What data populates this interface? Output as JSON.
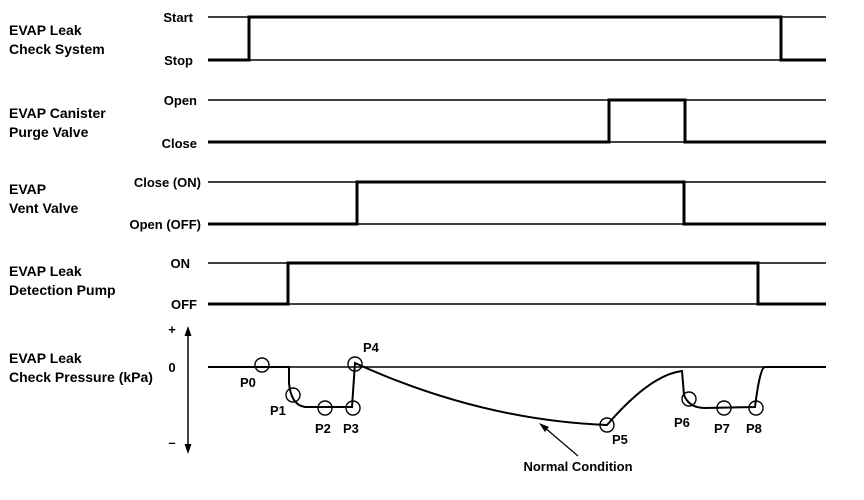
{
  "rows": [
    {
      "label_lines": [
        "EVAP Leak",
        "Check System"
      ],
      "high": "Start",
      "low": "Stop"
    },
    {
      "label_lines": [
        "EVAP Canister",
        "Purge Valve"
      ],
      "high": "Open",
      "low": "Close"
    },
    {
      "label_lines": [
        "EVAP",
        "Vent Valve"
      ],
      "high": "Close (ON)",
      "low": "Open (OFF)"
    },
    {
      "label_lines": [
        "EVAP Leak",
        "Detection Pump"
      ],
      "high": "ON",
      "low": "OFF"
    }
  ],
  "pressure": {
    "label_lines": [
      "EVAP Leak",
      "Check Pressure (kPa)"
    ],
    "plus": "+",
    "zero": "0",
    "minus": "–"
  },
  "points": [
    "P0",
    "P1",
    "P2",
    "P3",
    "P4",
    "P5",
    "P6",
    "P7",
    "P8"
  ],
  "annotation": "Normal Condition"
}
